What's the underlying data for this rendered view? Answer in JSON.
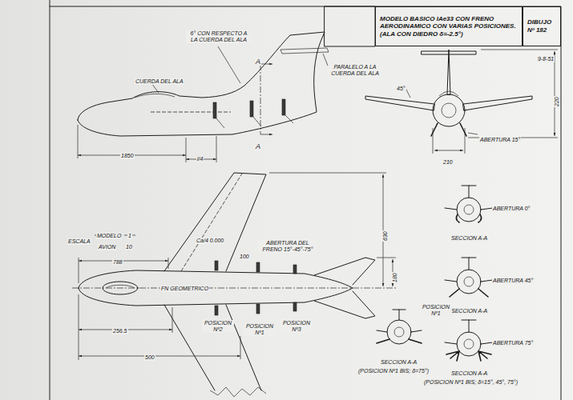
{
  "diagram": {
    "nodes": [
      {
        "text": [
          "MODELO BASICO IAe33 CON FRENO AERODINAMICO CON VARIAS POSICIONES. (ALA CON DIEDRO δ=-2.5°)"
        ]
      },
      {
        "text": [
          "DIBUJO Nº 182"
        ]
      }
    ],
    "labels": [
      "6° CON RESPECTO A LA CUERDA DEL ALA",
      "CUERDA DEL ALA",
      "PARALELO A LA CUERDA DEL ALA",
      "A",
      "A",
      "1850",
      "l/4",
      "45°",
      "220",
      "210",
      "ABERTURA 15°",
      "ESCALA",
      "MODELO",
      "AVION",
      "1",
      "10",
      "Ca/4 0.000",
      "788",
      "630",
      "180",
      "100",
      "ABERTURA DEL FRENO 15°-45°-75°",
      "FN GEOMETRICO",
      "POSICION Nº2",
      "POSICION Nº1",
      "POSICION Nº3",
      "256.5",
      "500",
      "SECCION A-A",
      "ABERTURA 0°",
      "SECCION A-A",
      "ABERTURA 45°",
      "SECCION A-A",
      "(POSICION Nº1 BIS; δ=75°)",
      "SECCION A-A",
      "ABERTURA 75°",
      "(POSICION Nº1 BIS; δ=15°, 45°, 75°)",
      "POSICION Nº1",
      "9-8-51"
    ]
  }
}
